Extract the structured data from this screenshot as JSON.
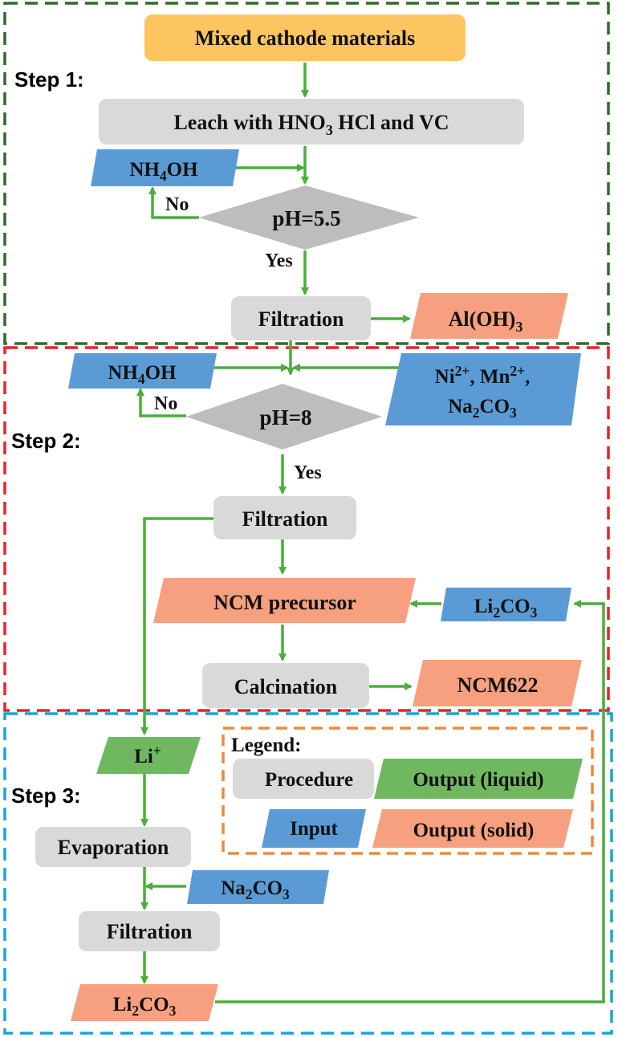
{
  "colors": {
    "procedure": "#d9d9d9",
    "input": "#5b9bd5",
    "output_solid": "#f7a07f",
    "output_liquid": "#70b860",
    "start": "#fdc55f",
    "arrow": "#4cad3d",
    "frame_step1": "#2e6b2a",
    "frame_step2": "#e8232b",
    "frame_step3": "#1aa6d6",
    "frame_legend": "#f08a3c"
  },
  "steps": {
    "step1": "Step 1:",
    "step2": "Step 2:",
    "step3": "Step 3:"
  },
  "nodes": {
    "start": "Mixed cathode materials",
    "leach": [
      "Leach with HNO",
      "3",
      " HCl and VC"
    ],
    "nh4oh_1": [
      "NH",
      "4",
      "OH"
    ],
    "ph55": "pH=5.5",
    "filtration_1": "Filtration",
    "aloh3": [
      "Al(OH)",
      "3"
    ],
    "nh4oh_2": [
      "NH",
      "4",
      "OH"
    ],
    "ph8": "pH=8",
    "ni_mn_line1": [
      "Ni",
      "2+",
      ", Mn",
      "2+",
      ","
    ],
    "ni_mn_line2": [
      "Na",
      "2",
      "CO",
      "3"
    ],
    "filtration_2": "Filtration",
    "ncm_precursor": "NCM precursor",
    "li2co3_input": [
      "Li",
      "2",
      "CO",
      "3"
    ],
    "calcination": "Calcination",
    "ncm622": "NCM622",
    "li_plus": [
      "Li",
      "+"
    ],
    "evaporation": "Evaporation",
    "na2co3": [
      "Na",
      "2",
      "CO",
      "3"
    ],
    "filtration_3": "Filtration",
    "li2co3_output": [
      "Li",
      "2",
      "CO",
      "3"
    ]
  },
  "branch_labels": {
    "no_1": "No",
    "yes_1": "Yes",
    "no_2": "No",
    "yes_2": "Yes"
  },
  "legend": {
    "title": "Legend:",
    "procedure": "Procedure",
    "output_liquid": "Output (liquid)",
    "input": "Input",
    "output_solid": "Output (solid)"
  }
}
